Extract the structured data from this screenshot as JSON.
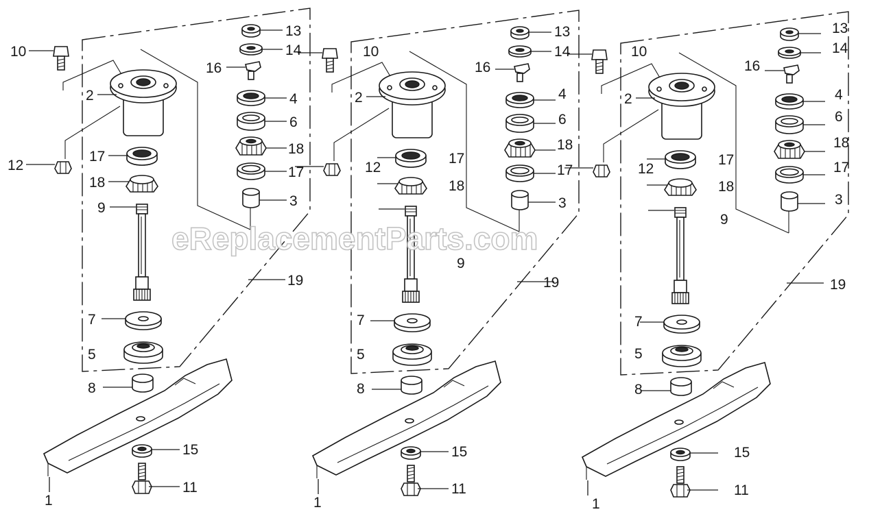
{
  "watermark": "eReplacementParts.com",
  "callouts": {
    "p1": "1",
    "p2": "2",
    "p3": "3",
    "p4": "4",
    "p5": "5",
    "p6": "6",
    "p7": "7",
    "p8": "8",
    "p9": "9",
    "p10": "10",
    "p11": "11",
    "p12": "12",
    "p13": "13",
    "p14": "14",
    "p15": "15",
    "p16": "16",
    "p17": "17",
    "p18": "18",
    "p19": "19"
  }
}
